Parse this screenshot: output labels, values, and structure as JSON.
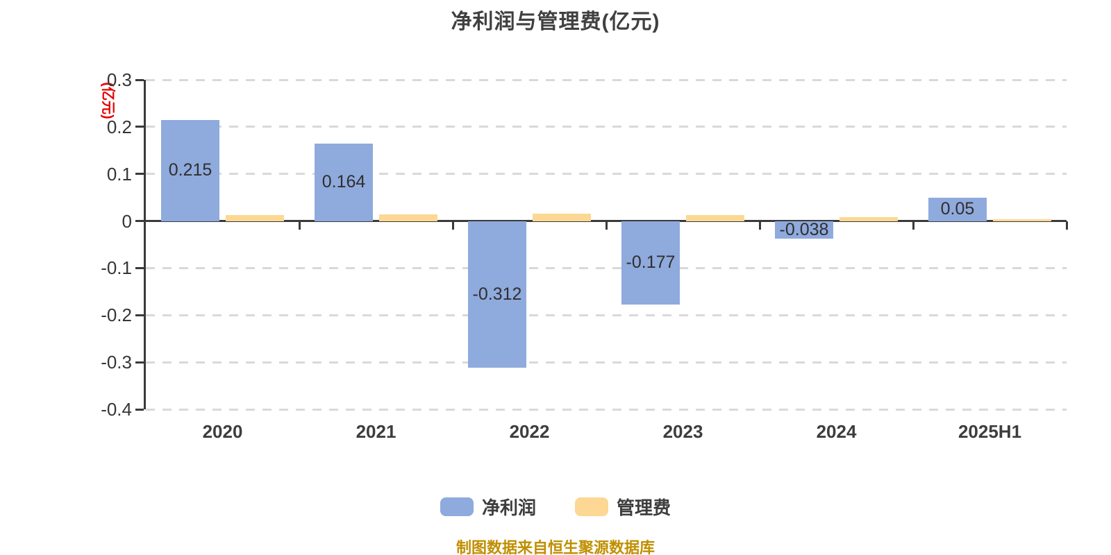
{
  "title": "净利润与管理费(亿元)",
  "y_axis_unit": "(亿元)",
  "footer_note": "制图数据来自恒生聚源数据库",
  "legend": {
    "items": [
      {
        "label": "净利润",
        "color": "#8FAADC"
      },
      {
        "label": "管理费",
        "color": "#FCD894"
      }
    ]
  },
  "colors": {
    "net_profit_bar": "#8FAADC",
    "management_fee_bar": "#FCD894",
    "axis": "#3a3a3a",
    "gridline": "#d9d9d9",
    "unit_label": "#e60000",
    "footer": "#bf8f00"
  },
  "chart_data": {
    "type": "bar",
    "title": "净利润与管理费(亿元)",
    "categories": [
      "2020",
      "2021",
      "2022",
      "2023",
      "2024",
      "2025H1"
    ],
    "series": [
      {
        "name": "净利润",
        "color": "#8FAADC",
        "values": [
          0.215,
          0.164,
          -0.312,
          -0.177,
          -0.038,
          0.05
        ],
        "labels": [
          "0.215",
          "0.164",
          "-0.312",
          "-0.177",
          "-0.038",
          "0.05"
        ]
      },
      {
        "name": "管理费",
        "color": "#FCD894",
        "values": [
          0.013,
          0.014,
          0.016,
          0.012,
          0.008,
          0.004
        ],
        "labels": [
          "",
          "",
          "",
          "",
          "",
          ""
        ]
      }
    ],
    "ylabel": "(亿元)",
    "ylim": [
      -0.4,
      0.3
    ],
    "yticks": [
      0.3,
      0.2,
      0.1,
      0,
      -0.1,
      -0.2,
      -0.3,
      -0.4
    ],
    "ytick_labels": [
      "0.3",
      "0.2",
      "0.1",
      "0",
      "-0.1",
      "-0.2",
      "-0.3",
      "-0.4"
    ],
    "grid": "dashed-horizontal",
    "legend_position": "bottom"
  }
}
